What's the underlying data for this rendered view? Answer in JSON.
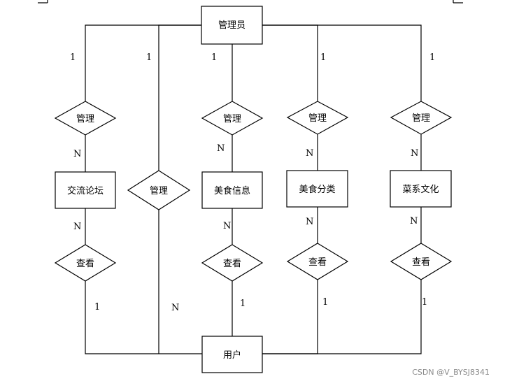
{
  "entities": {
    "admin": "管理员",
    "forum": "交流论坛",
    "food_info": "美食信息",
    "food_category": "美食分类",
    "cuisine_culture": "菜系文化",
    "user": "用户"
  },
  "relationships": {
    "manage_forum": "管理",
    "manage_user": "管理",
    "manage_food_info": "管理",
    "manage_food_category": "管理",
    "manage_cuisine_culture": "管理",
    "view_forum": "查看",
    "view_food_info": "查看",
    "view_food_category": "查看",
    "view_cuisine_culture": "查看"
  },
  "cardinalities": {
    "admin_forum": "1",
    "admin_user": "1",
    "admin_food_info": "1",
    "admin_food_category": "1",
    "admin_cuisine_culture": "1",
    "forum_manage": "N",
    "forum_view": "N",
    "food_info_manage": "N",
    "food_info_view": "N",
    "food_category_manage": "N",
    "food_category_view": "N",
    "cuisine_culture_manage": "N",
    "cuisine_culture_view": "N",
    "user_manage": "N",
    "user_view_forum": "1",
    "user_view_food_info": "1",
    "user_view_food_category": "1",
    "user_view_cuisine_culture": "1"
  },
  "watermark": "CSDN @V_BYSJ8341"
}
